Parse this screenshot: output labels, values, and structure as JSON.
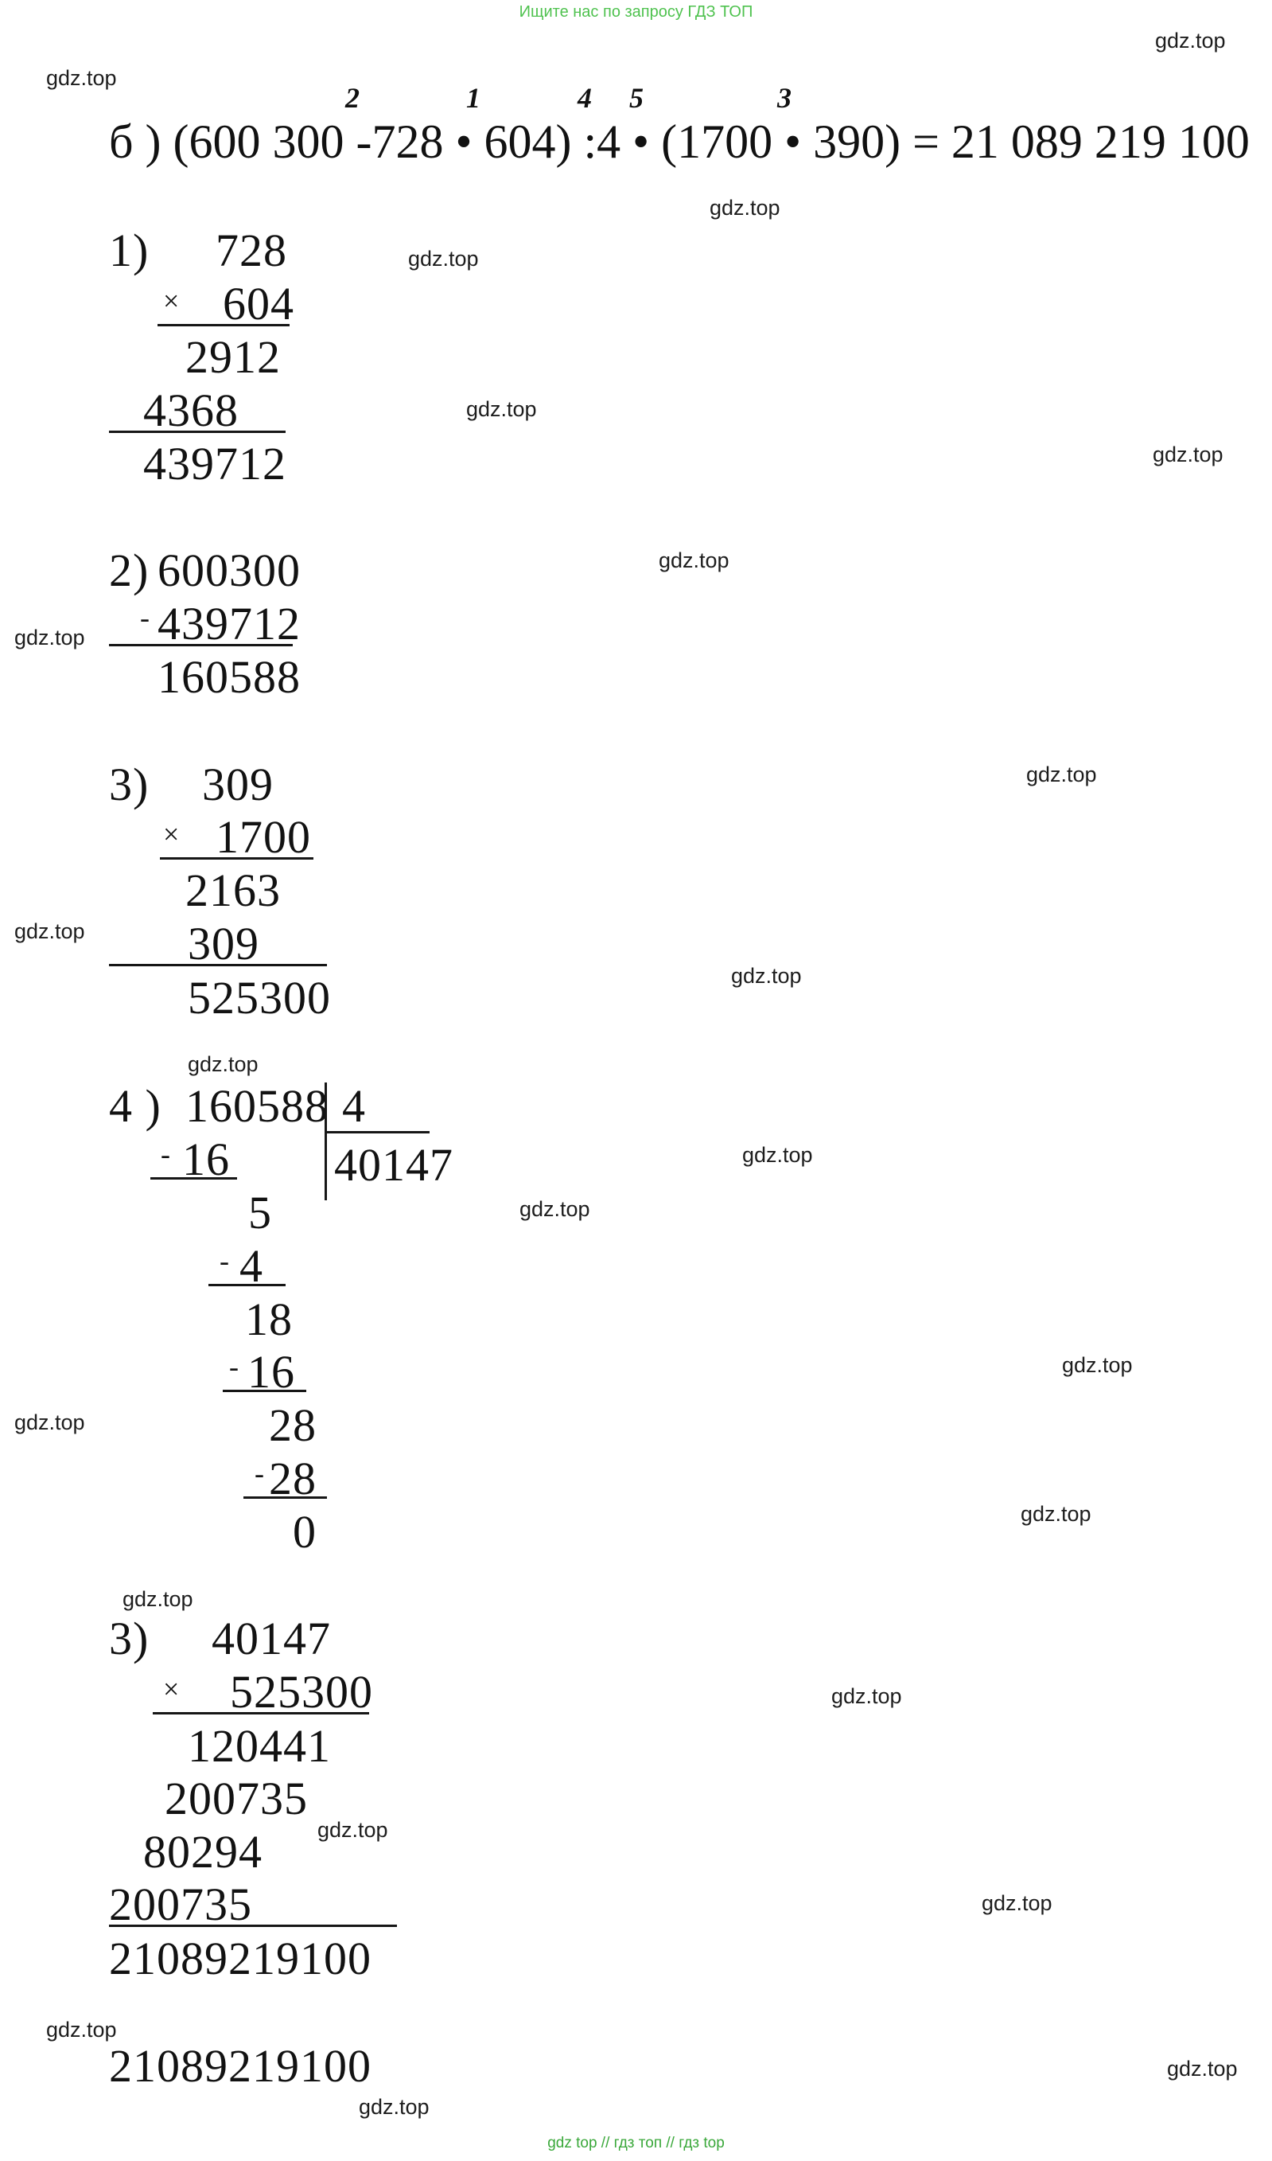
{
  "page": {
    "top_banner": "Ищите нас по запросу ГДЗ ТОП",
    "bottom_banner": "gdz top  //  гдз топ  //  гдз top",
    "watermark": "gdz.top"
  },
  "equation": {
    "text": "б ) (600 300 -728 • 604) :4 • (1700 • 390) = 21 089 219 100",
    "marks": [
      "2",
      "1",
      "4",
      "5",
      "3"
    ]
  },
  "steps": {
    "step1": {
      "label": "1)",
      "multiplicand": "728",
      "sign": "×",
      "multiplier": "604",
      "partial1": "2912",
      "partial2": "4368",
      "result": "439712"
    },
    "step2": {
      "label": "2)",
      "minuend": "600300",
      "sign": "-",
      "subtrahend": "439712",
      "result": "160588"
    },
    "step3": {
      "label": "3)",
      "multiplicand": "309",
      "sign": "×",
      "multiplier": "1700",
      "partial1": "2163",
      "partial2": "309",
      "result": "525300"
    },
    "step4": {
      "label": "4 )",
      "dividend": "160588",
      "divisor": "4",
      "quotient": "40147",
      "sub1_sign": "-",
      "sub1": "16",
      "rem1": "5",
      "sub2_sign": "-",
      "sub2": "4",
      "rem2": "18",
      "sub3_sign": "-",
      "sub3": "16",
      "rem3": "28",
      "sub4_sign": "-",
      "sub4": "28",
      "rem4": "0"
    },
    "step5": {
      "label": "3)",
      "multiplicand": "40147",
      "sign": "×",
      "multiplier": "525300",
      "partial1": "120441",
      "partial2": "200735",
      "partial3": "80294",
      "partial4": "200735",
      "result": "21089219100"
    },
    "final": "21089219100"
  }
}
